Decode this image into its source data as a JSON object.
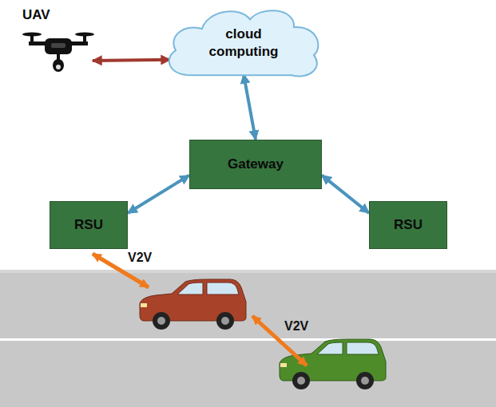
{
  "diagram": {
    "nodes": [
      {
        "text": [
          "UAV"
        ]
      },
      {
        "text": [
          "cloud computing"
        ]
      },
      {
        "text": [
          "Gateway"
        ]
      },
      {
        "text": [
          "RSU"
        ]
      },
      {
        "text": [
          "RSU"
        ]
      }
    ],
    "edges": [
      {
        "from": 0,
        "to": 1,
        "arrow": "both"
      },
      {
        "from": 1,
        "to": 2,
        "arrow": "both"
      },
      {
        "from": 2,
        "to": 3,
        "arrow": "both"
      },
      {
        "from": 2,
        "to": 4,
        "arrow": "both"
      }
    ],
    "labels": [
      "V2V",
      "V2V"
    ]
  }
}
